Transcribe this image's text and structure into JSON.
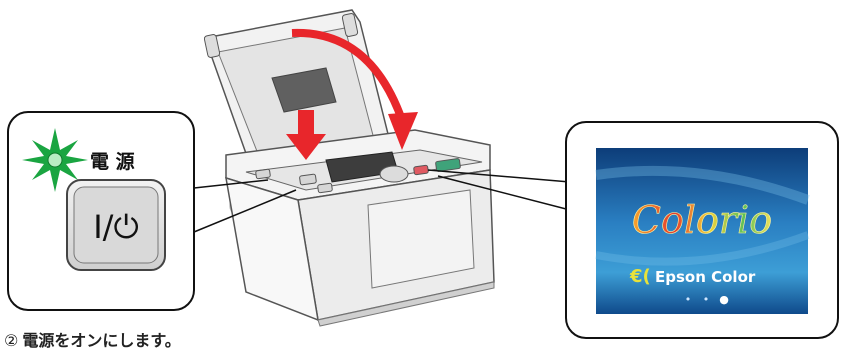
{
  "power_label": "電 源",
  "power_button_label": "I/⏻",
  "caption": {
    "number": "②",
    "text": "電源をオンにします。"
  },
  "screen": {
    "logo_text": "Colorio",
    "brand_text": "Epson Color",
    "brand_mark": "€(",
    "dots": [
      "•",
      "•",
      "●"
    ]
  },
  "colors": {
    "arrow_red": "#e8262b",
    "power_led_green": "#1aa541",
    "screen_blue": "#1d6fb1"
  }
}
